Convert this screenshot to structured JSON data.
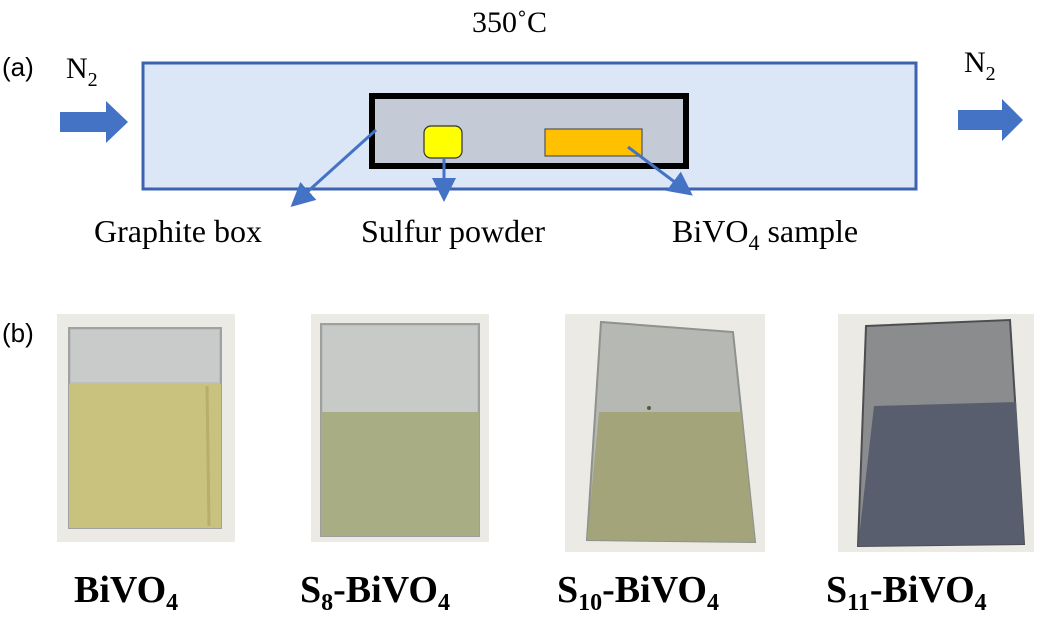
{
  "panel_a": {
    "label": "(a)",
    "temperature": "350˚C",
    "gas_in": {
      "base": "N",
      "sub": "2"
    },
    "gas_out": {
      "base": "N",
      "sub": "2"
    },
    "callouts": {
      "graphite_box": "Graphite box",
      "sulfur_powder": "Sulfur powder",
      "bivo4_sample": {
        "base": "BiVO",
        "sub": "4",
        "suffix": " sample"
      }
    },
    "colors": {
      "tube_fill": "#dbe6f7",
      "tube_stroke": "#3d63b0",
      "box_stroke": "#000000",
      "box_fill": "#c4cad6",
      "sulfur": "#ffff00",
      "sample": "#ffc000",
      "arrow": "#4472c4"
    }
  },
  "panel_b": {
    "label": "(b)",
    "samples": [
      {
        "prefix": "",
        "prefix_sub": "",
        "name": "BiVO",
        "name_sub": "4",
        "film_color": "#c9c27e"
      },
      {
        "prefix": "S",
        "prefix_sub": "8",
        "name": "-BiVO",
        "name_sub": "4",
        "film_color": "#a9ad83"
      },
      {
        "prefix": "S",
        "prefix_sub": "10",
        "name": "-BiVO",
        "name_sub": "4",
        "film_color": "#a3a47a"
      },
      {
        "prefix": "S",
        "prefix_sub": "11",
        "name": "-BiVO",
        "name_sub": "4",
        "film_color": "#595e6e"
      }
    ]
  }
}
